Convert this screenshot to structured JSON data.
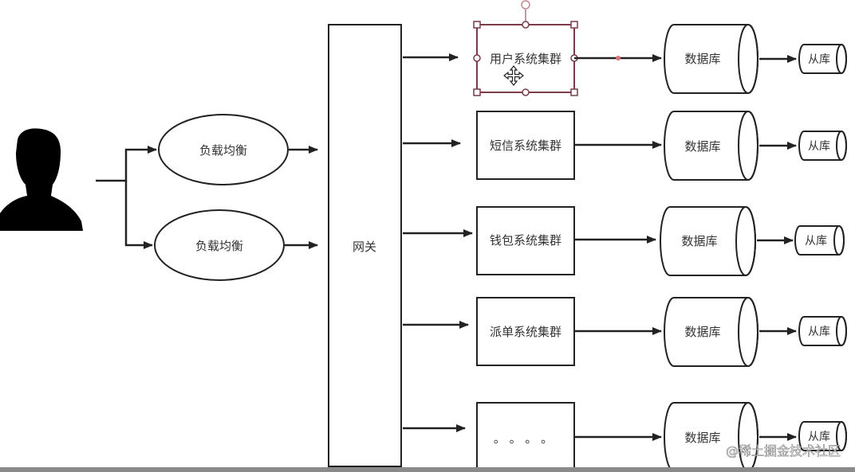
{
  "diagram": {
    "gateway_label": "网关",
    "load_balancers": [
      {
        "label": "负载均衡"
      },
      {
        "label": "负载均衡"
      }
    ],
    "clusters": [
      {
        "label": "用户系统集群",
        "selected": true
      },
      {
        "label": "短信系统集群",
        "selected": false
      },
      {
        "label": "钱包系统集群",
        "selected": false
      },
      {
        "label": "派单系统集群",
        "selected": false
      },
      {
        "label": "。 。 。 。",
        "selected": false
      }
    ],
    "databases": [
      {
        "label": "数据库"
      },
      {
        "label": "数据库"
      },
      {
        "label": "数据库"
      },
      {
        "label": "数据库"
      },
      {
        "label": "数据库"
      }
    ],
    "replicas": [
      {
        "label": "从库"
      },
      {
        "label": "从库"
      },
      {
        "label": "从库"
      },
      {
        "label": "从库"
      },
      {
        "label": "从库"
      }
    ]
  },
  "watermark": "@稀土掘金技术社区",
  "colors": {
    "stroke": "#222222",
    "selection": "#7a3b4a",
    "handle_fill": "#ffffff",
    "connector_dot": "#e0707a"
  },
  "icons": {
    "user": "user-silhouette-icon",
    "move": "move-cursor-icon"
  }
}
